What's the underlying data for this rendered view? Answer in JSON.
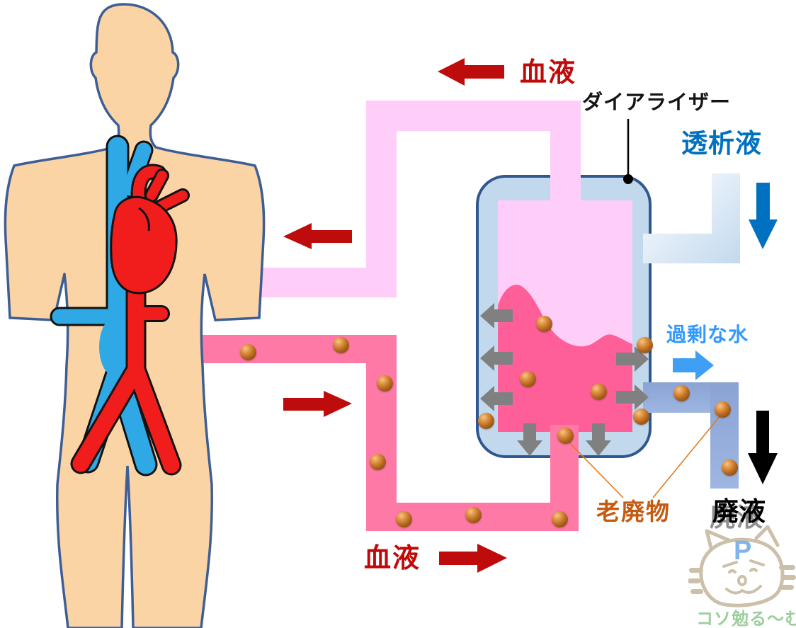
{
  "diagram": {
    "labels": {
      "blood_top": "血液",
      "blood_bottom": "血液",
      "dialyzer": "ダイアライザー",
      "dialysate": "透析液",
      "excess_water": "過剰な水",
      "waste_products": "老廃物",
      "waste_fluid": "廃液"
    },
    "mascot": {
      "badge": "P",
      "caption": "コソ勉る〜む"
    },
    "colors": {
      "blood_label_red": "#C00A0A",
      "blood_tube_pink": "#FF79A6",
      "clean_blood_pale_pink": "#FECDF8",
      "dialyzer_fill": "#C2D8ED",
      "dialyzer_border": "#2F5790",
      "dialysate_blue": "#0070C0",
      "excess_water_blue": "#3399FF",
      "waste_orange": "#C55A11",
      "waste_tube_slate": "#8FAADC",
      "filtration_arrow_gray": "#808080",
      "waste_particle_brown": "#B2651D",
      "skin": "#FBD4A6",
      "vein_blue": "#2FA9E5",
      "artery_red": "#F11D1D"
    },
    "icons": {
      "blood-flow-arrow": "block arrow (dark red)",
      "dialysate-flow-arrow": "block arrow down (blue)",
      "excess-water-arrow": "block arrow right (light blue)",
      "waste-flow-arrow": "block arrow down (black)",
      "filtration-arrow": "block arrow (gray)",
      "dialyzer-pointer": "line with dot"
    }
  }
}
